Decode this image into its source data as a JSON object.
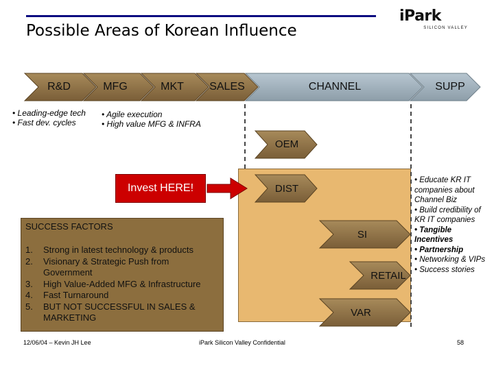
{
  "title": "Possible Areas of Korean Influence",
  "logo": {
    "mark": "iPark",
    "sub": "SILICON VALLEY"
  },
  "chevrons": [
    "R&D",
    "MFG",
    "MKT",
    "SALES",
    "CHANNEL",
    "SUPP"
  ],
  "channel_items": [
    "OEM",
    "DIST",
    "SI",
    "RETAIL",
    "VAR"
  ],
  "rnd_bullets": [
    "• Leading-edge tech",
    "• Fast dev. cycles"
  ],
  "mfg_bullets": [
    "• Agile execution",
    "• High value MFG & INFRA"
  ],
  "invest_label": "Invest HERE!",
  "success": {
    "heading": "SUCCESS FACTORS",
    "items": [
      {
        "n": "1.",
        "text": "Strong in latest technology & products"
      },
      {
        "n": "2.",
        "text": "Visionary & Strategic Push from Government"
      },
      {
        "n": "3.",
        "text": "High Value-Added MFG & Infrastructure"
      },
      {
        "n": "4.",
        "text": "Fast Turnaround"
      },
      {
        "n": "5.",
        "text": "BUT NOT SUCCESSFUL IN SALES & MARKETING"
      }
    ]
  },
  "right_bullets": [
    {
      "text": "• Educate KR IT companies about Channel Biz",
      "bold": false
    },
    {
      "text": "• Build credibility of KR IT companies",
      "bold": false
    },
    {
      "text": "• Tangible Incentives",
      "bold": true
    },
    {
      "text": "• Partnership",
      "bold": true
    },
    {
      "text": "• Networking & VIPs",
      "bold": false
    },
    {
      "text": "• Success stories",
      "bold": false
    }
  ],
  "footer": {
    "date_author": "12/06/04 – Kevin JH Lee",
    "confidential": "iPark Silicon Valley Confidential",
    "page": "58"
  },
  "colors": {
    "chevron": "#8c7048",
    "channel_arrow": "#a8b8c4",
    "panel": "#e8b870",
    "invest": "#cc0000",
    "factors": "#8c6e3e",
    "title_line": "#0a0a80"
  }
}
